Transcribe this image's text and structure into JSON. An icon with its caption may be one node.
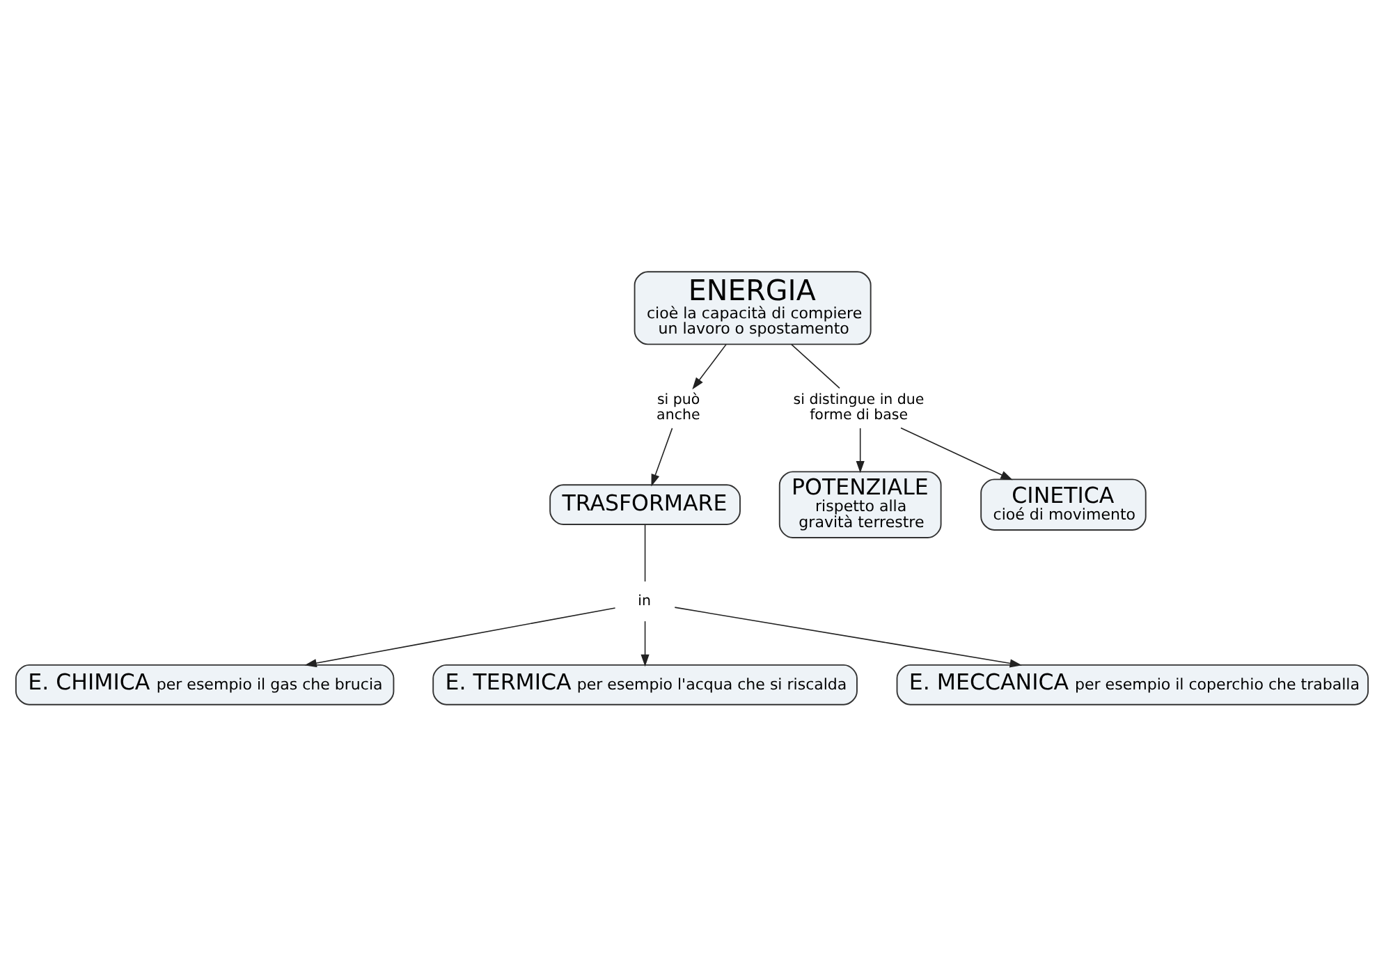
{
  "diagram": {
    "nodes": [
      {
        "text": [
          "ENERGIA",
          "cioè la capacità di compiere un lavoro o spostamento"
        ]
      },
      {
        "text": [
          "si può anche"
        ]
      },
      {
        "text": [
          "si distingue in due forme di base"
        ]
      },
      {
        "text": [
          "TRASFORMARE"
        ]
      },
      {
        "text": [
          "POTENZIALE",
          "rispetto alla gravità terrestre"
        ]
      },
      {
        "text": [
          "CINETICA",
          "cioé di movimento"
        ]
      },
      {
        "text": [
          "in"
        ]
      },
      {
        "text": [
          "E. CHIMICA",
          "per esempio il gas che brucia"
        ]
      },
      {
        "text": [
          "E. TERMICA",
          "per esempio l'acqua che si riscalda"
        ]
      },
      {
        "text": [
          "E. MECCANICA",
          "per esempio il coperchio che traballa"
        ]
      }
    ],
    "edges": [
      {
        "from": 0,
        "to": 1,
        "arrow": "to"
      },
      {
        "from": 1,
        "to": 3,
        "arrow": "to"
      },
      {
        "from": 0,
        "to": 2,
        "arrow": "none"
      },
      {
        "from": 2,
        "to": 4,
        "arrow": "to"
      },
      {
        "from": 2,
        "to": 5,
        "arrow": "to"
      },
      {
        "from": 3,
        "to": 6,
        "arrow": "none"
      },
      {
        "from": 6,
        "to": 7,
        "arrow": "to"
      },
      {
        "from": 6,
        "to": 8,
        "arrow": "to"
      },
      {
        "from": 6,
        "to": 9,
        "arrow": "to"
      }
    ]
  }
}
